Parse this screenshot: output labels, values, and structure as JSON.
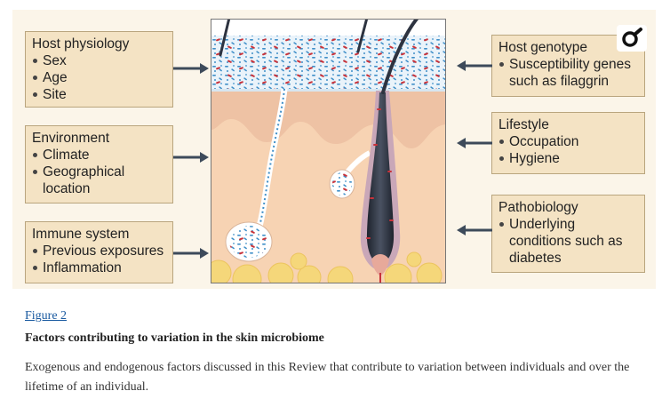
{
  "boxes": {
    "host_physiology": {
      "title": "Host physiology",
      "items": [
        "Sex",
        "Age",
        "Site"
      ]
    },
    "environment": {
      "title": "Environment",
      "items": [
        "Climate",
        "Geographical location"
      ]
    },
    "immune_system": {
      "title": "Immune system",
      "items": [
        "Previous exposures",
        "Inflammation"
      ]
    },
    "host_genotype": {
      "title": "Host genotype",
      "items": [
        "Susceptibility genes such as filaggrin"
      ]
    },
    "lifestyle": {
      "title": "Lifestyle",
      "items": [
        "Occupation",
        "Hygiene"
      ]
    },
    "pathobiology": {
      "title": "Pathobiology",
      "items": [
        "Underlying conditions such as diabetes"
      ]
    }
  },
  "caption": {
    "link": "Figure 2",
    "title": "Factors contributing to variation in the skin microbiome",
    "text": "Exogenous and endogenous factors discussed in this Review that contribute to variation between individuals and over the lifetime of an individual."
  },
  "icons": {
    "zoom": "magnify-icon",
    "arrow": "arrow-icon"
  },
  "colors": {
    "box_fill": "#f4e3c4",
    "box_border": "#b9a57e",
    "arrow": "#3d4a5a",
    "microbe_blue": "#3f8fc8",
    "microbe_red": "#c8323a",
    "skin_epidermis": "#eec2a4",
    "skin_dermis": "#f7d3b3",
    "fat": "#f5d77a",
    "hair": "#2d3340",
    "link": "#1a5aa0"
  }
}
